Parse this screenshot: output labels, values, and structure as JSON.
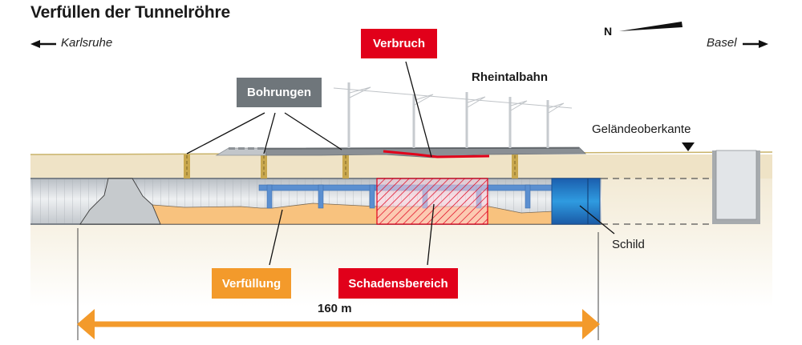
{
  "title": "Verfüllen der Tunnelröhre",
  "directions": {
    "left": "Karlsruhe",
    "right": "Basel",
    "north": "N"
  },
  "labels": {
    "verbruch": "Verbruch",
    "bohrungen": "Bohrungen",
    "rheintalbahn": "Rheintalbahn",
    "gelaendeoberkante": "Geländeoberkante",
    "schild": "Schild",
    "verfuellung": "Verfüllung",
    "schadensbereich": "Schadensbereich"
  },
  "dimension": {
    "length_label": "160 m",
    "length_value_m": 160
  },
  "colors": {
    "red": "#e1001a",
    "gray_label": "#6f767b",
    "orange": "#f39a2b",
    "fill_sand": "#f8c27e",
    "ground": "#efe3c6",
    "tunnel_gray": "#d4d8dc",
    "shield_blue": "#1f78c8",
    "scaffold_blue": "#5b8fd0"
  }
}
